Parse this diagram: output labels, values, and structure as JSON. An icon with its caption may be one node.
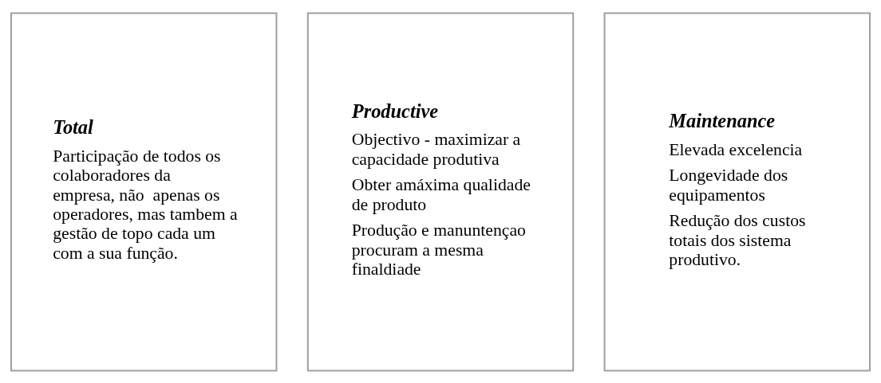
{
  "diagram": {
    "nodes": [
      {
        "text": [
          "Total",
          "Participação de todos os colaboradores da empresa, não  apenas os operadores, mas tambem a gestão de topo cada um com a sua função."
        ]
      },
      {
        "text": [
          "Productive",
          "Objectivo - maximizar a capacidade produtiva",
          "Obter amáxima qualidade de produto",
          "Produção e manuntençao procuram a mesma finaldiade"
        ]
      },
      {
        "text": [
          "Maintenance",
          "Elevada excelencia",
          "Longevidade dos equipamentos",
          "Redução dos custos totais dos sistema produtivo."
        ]
      }
    ],
    "edges": []
  }
}
